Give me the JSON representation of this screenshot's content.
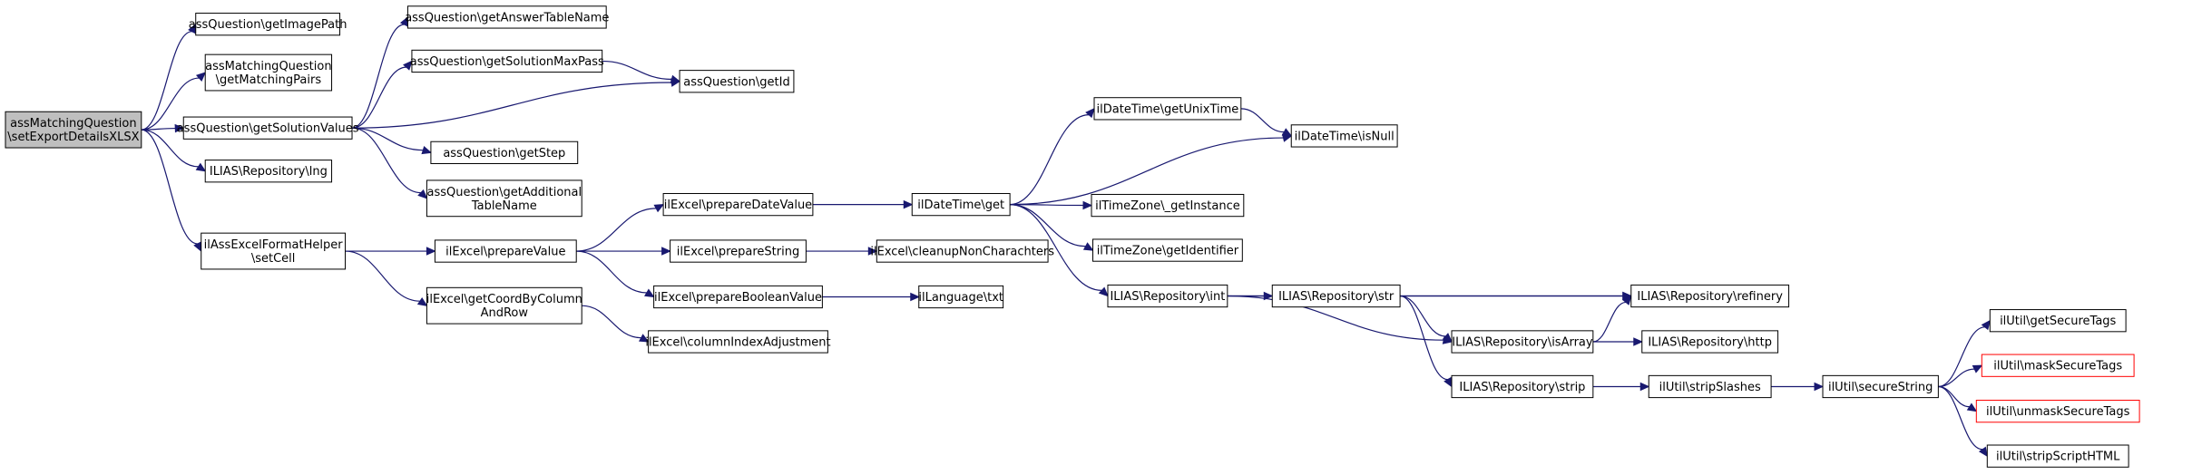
{
  "nodes": {
    "root": {
      "lines": [
        "assMatchingQuestion",
        "\\setExportDetailsXLSX"
      ],
      "highlight": true
    },
    "getImagePath": {
      "lines": [
        "assQuestion\\getImagePath"
      ]
    },
    "getMatchingPairs": {
      "lines": [
        "assMatchingQuestion",
        "\\getMatchingPairs"
      ]
    },
    "getSolutionValues": {
      "lines": [
        "assQuestion\\getSolutionValues"
      ]
    },
    "lng": {
      "lines": [
        "ILIAS\\Repository\\lng"
      ]
    },
    "setCell": {
      "lines": [
        "ilAssExcelFormatHelper",
        "\\setCell"
      ]
    },
    "getAnswerTableName": {
      "lines": [
        "assQuestion\\getAnswerTableName"
      ]
    },
    "getSolutionMaxPass": {
      "lines": [
        "assQuestion\\getSolutionMaxPass"
      ]
    },
    "getId": {
      "lines": [
        "assQuestion\\getId"
      ]
    },
    "getStep": {
      "lines": [
        "assQuestion\\getStep"
      ]
    },
    "getAdditionalTableName": {
      "lines": [
        "assQuestion\\getAdditional",
        "TableName"
      ]
    },
    "prepareValue": {
      "lines": [
        "ilExcel\\prepareValue"
      ]
    },
    "getCoordByColumnAndRow": {
      "lines": [
        "ilExcel\\getCoordByColumn",
        "AndRow"
      ]
    },
    "prepareDateValue": {
      "lines": [
        "ilExcel\\prepareDateValue"
      ]
    },
    "prepareString": {
      "lines": [
        "ilExcel\\prepareString"
      ]
    },
    "prepareBooleanValue": {
      "lines": [
        "ilExcel\\prepareBooleanValue"
      ]
    },
    "columnIndexAdjustment": {
      "lines": [
        "ilExcel\\columnIndexAdjustment"
      ]
    },
    "dtGet": {
      "lines": [
        "ilDateTime\\get"
      ]
    },
    "cleanupNonCharachters": {
      "lines": [
        "ilExcel\\cleanupNonCharachters"
      ]
    },
    "langTxt": {
      "lines": [
        "ilLanguage\\txt"
      ]
    },
    "getUnixTime": {
      "lines": [
        "ilDateTime\\getUnixTime"
      ]
    },
    "isNull": {
      "lines": [
        "ilDateTime\\isNull"
      ]
    },
    "tzGetInstance": {
      "lines": [
        "ilTimeZone\\_getInstance"
      ]
    },
    "tzGetIdentifier": {
      "lines": [
        "ilTimeZone\\getIdentifier"
      ]
    },
    "repoInt": {
      "lines": [
        "ILIAS\\Repository\\int"
      ]
    },
    "repoStr": {
      "lines": [
        "ILIAS\\Repository\\str"
      ]
    },
    "refinery": {
      "lines": [
        "ILIAS\\Repository\\refinery"
      ]
    },
    "isArray": {
      "lines": [
        "ILIAS\\Repository\\isArray"
      ]
    },
    "http": {
      "lines": [
        "ILIAS\\Repository\\http"
      ]
    },
    "repoStrip": {
      "lines": [
        "ILIAS\\Repository\\strip"
      ]
    },
    "stripSlashes": {
      "lines": [
        "ilUtil\\stripSlashes"
      ]
    },
    "secureString": {
      "lines": [
        "ilUtil\\secureString"
      ]
    },
    "getSecureTags": {
      "lines": [
        "ilUtil\\getSecureTags"
      ]
    },
    "maskSecureTags": {
      "lines": [
        "ilUtil\\maskSecureTags"
      ],
      "truncated": true
    },
    "unmaskSecureTags": {
      "lines": [
        "ilUtil\\unmaskSecureTags"
      ],
      "truncated": true
    },
    "stripScriptHTML": {
      "lines": [
        "ilUtil\\stripScriptHTML"
      ]
    }
  },
  "edges": [
    [
      "root",
      "getImagePath"
    ],
    [
      "root",
      "getMatchingPairs"
    ],
    [
      "root",
      "getSolutionValues"
    ],
    [
      "root",
      "lng"
    ],
    [
      "root",
      "setCell"
    ],
    [
      "getSolutionValues",
      "getAnswerTableName"
    ],
    [
      "getSolutionValues",
      "getSolutionMaxPass"
    ],
    [
      "getSolutionValues",
      "getId"
    ],
    [
      "getSolutionValues",
      "getStep"
    ],
    [
      "getSolutionValues",
      "getAdditionalTableName"
    ],
    [
      "getSolutionMaxPass",
      "getId"
    ],
    [
      "setCell",
      "prepareValue"
    ],
    [
      "setCell",
      "getCoordByColumnAndRow"
    ],
    [
      "prepareValue",
      "prepareDateValue"
    ],
    [
      "prepareValue",
      "prepareString"
    ],
    [
      "prepareValue",
      "prepareBooleanValue"
    ],
    [
      "getCoordByColumnAndRow",
      "columnIndexAdjustment"
    ],
    [
      "prepareDateValue",
      "dtGet"
    ],
    [
      "prepareString",
      "cleanupNonCharachters"
    ],
    [
      "prepareBooleanValue",
      "langTxt"
    ],
    [
      "dtGet",
      "getUnixTime"
    ],
    [
      "dtGet",
      "isNull"
    ],
    [
      "dtGet",
      "tzGetInstance"
    ],
    [
      "dtGet",
      "tzGetIdentifier"
    ],
    [
      "dtGet",
      "repoInt"
    ],
    [
      "getUnixTime",
      "isNull"
    ],
    [
      "repoInt",
      "refinery"
    ],
    [
      "repoInt",
      "repoStr"
    ],
    [
      "repoInt",
      "isArray"
    ],
    [
      "repoStr",
      "refinery"
    ],
    [
      "repoStr",
      "isArray"
    ],
    [
      "repoStr",
      "repoStrip"
    ],
    [
      "isArray",
      "refinery"
    ],
    [
      "isArray",
      "http"
    ],
    [
      "repoStrip",
      "stripSlashes"
    ],
    [
      "stripSlashes",
      "secureString"
    ],
    [
      "secureString",
      "getSecureTags"
    ],
    [
      "secureString",
      "maskSecureTags"
    ],
    [
      "secureString",
      "unmaskSecureTags"
    ],
    [
      "secureString",
      "stripScriptHTML"
    ]
  ],
  "colors": {
    "edge": "#191970",
    "node_border": "#000000",
    "truncated_border": "#ff0000",
    "root_fill": "#bfbfbf"
  }
}
